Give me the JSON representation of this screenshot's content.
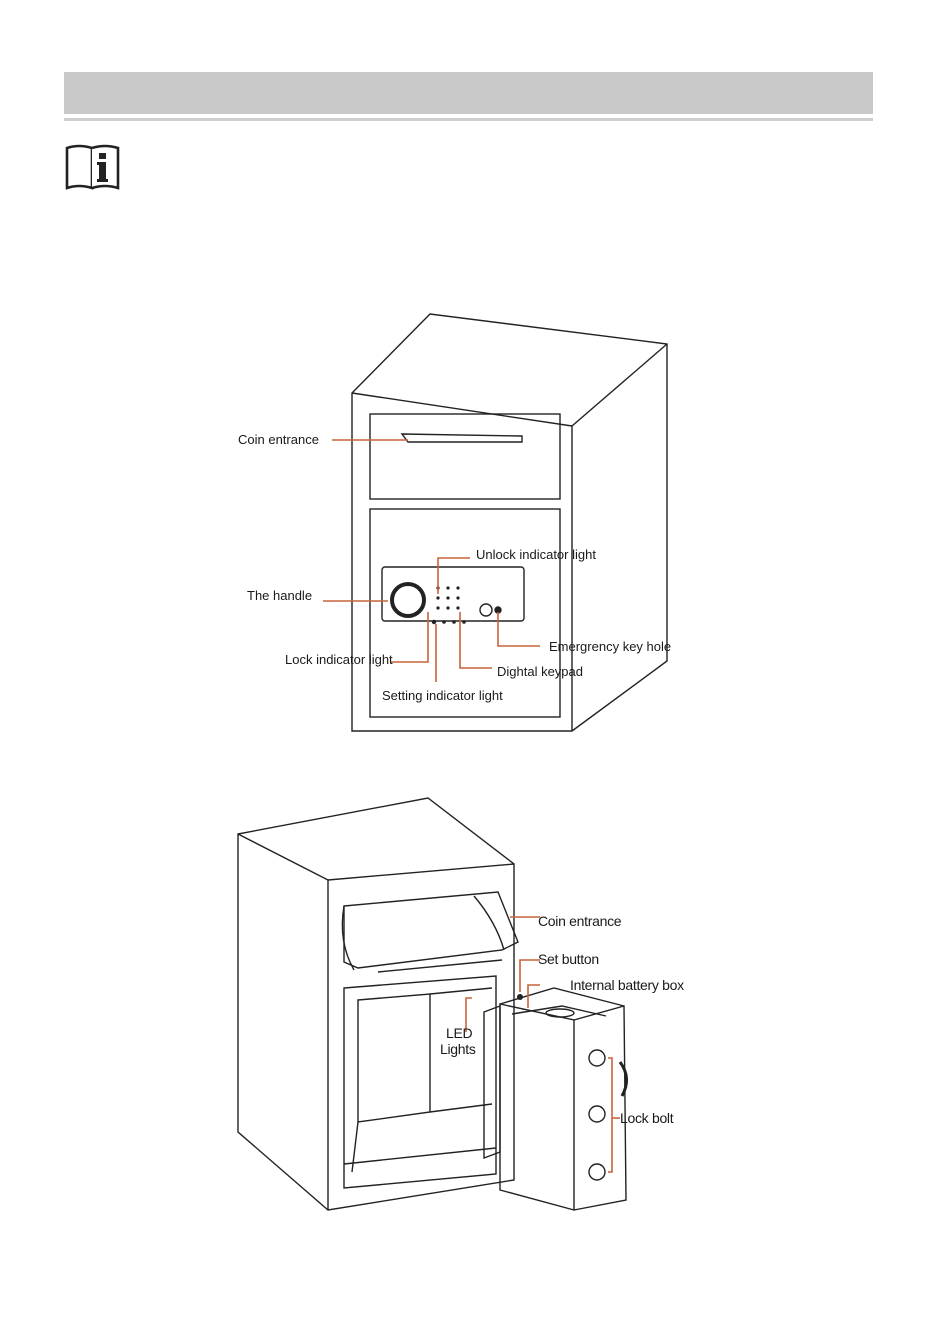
{
  "figure_front": {
    "labels": {
      "coin_entrance": "Coin entrance",
      "unlock_indicator_light": "Unlock indicator light",
      "the_handle": "The handle",
      "emergency_key_hole": "Emergrency key hole",
      "lock_indicator_light": "Lock indicator light",
      "digital_keypad": "Dightal keypad",
      "setting_indicator_light": "Setting indicator light"
    }
  },
  "figure_open": {
    "labels": {
      "coin_entrance": "Coin entrance",
      "set_button": "Set button",
      "internal_battery_box": "Internal battery box",
      "led_lights_line1": "LED",
      "led_lights_line2": "Lights",
      "lock_bolt": "Lock bolt"
    }
  },
  "colors": {
    "leader": "#c8643c",
    "header_bar": "#c9c9c9"
  },
  "icons": {
    "manual": "info-book-icon"
  }
}
